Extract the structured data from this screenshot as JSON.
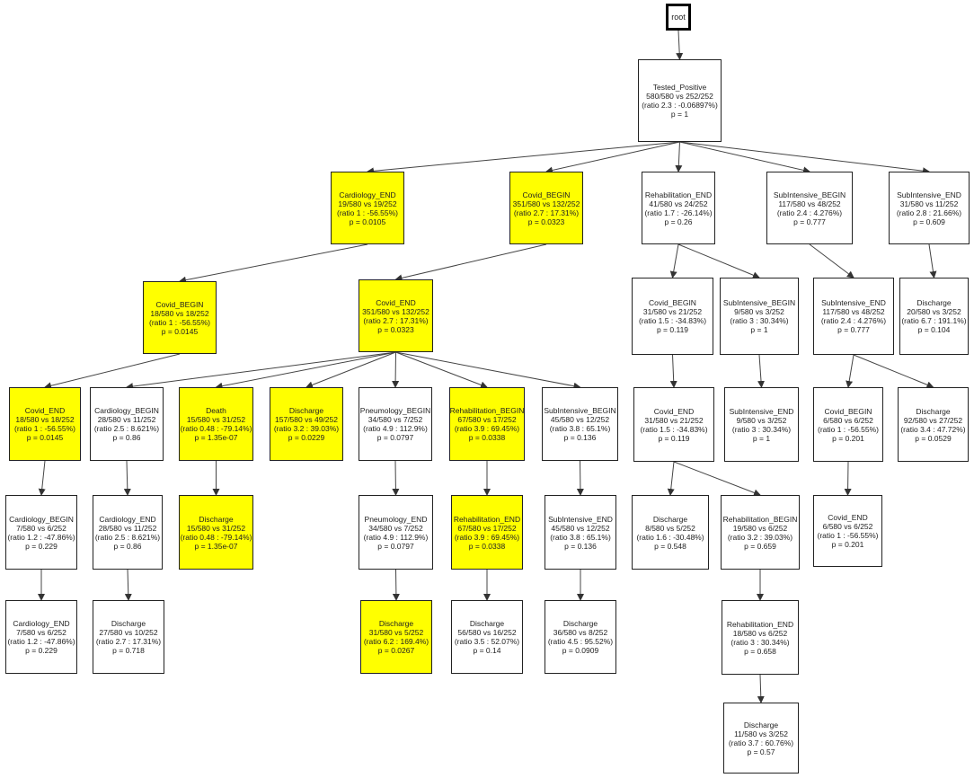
{
  "nodes": [
    {
      "id": "root",
      "lines": [
        "root"
      ],
      "highlight": false
    },
    {
      "id": "n1",
      "lines": [
        "Tested_Positive",
        "580/580 vs 252/252",
        "(ratio 2.3 : -0.06897%)",
        "p = 1"
      ],
      "highlight": false
    },
    {
      "id": "n2",
      "lines": [
        "Cardiology_END",
        "19/580 vs 19/252",
        "(ratio 1 : -56.55%)",
        "p = 0.0105"
      ],
      "highlight": true
    },
    {
      "id": "n3",
      "lines": [
        "Covid_BEGIN",
        "351/580 vs 132/252",
        "(ratio 2.7 : 17.31%)",
        "p = 0.0323"
      ],
      "highlight": true
    },
    {
      "id": "n4",
      "lines": [
        "Rehabilitation_END",
        "41/580 vs 24/252",
        "(ratio 1.7 : -26.14%)",
        "p = 0.26"
      ],
      "highlight": false
    },
    {
      "id": "n5",
      "lines": [
        "SubIntensive_BEGIN",
        "117/580 vs 48/252",
        "(ratio 2.4 : 4.276%)",
        "p = 0.777"
      ],
      "highlight": false
    },
    {
      "id": "n6",
      "lines": [
        "SubIntensive_END",
        "31/580 vs 11/252",
        "(ratio 2.8 : 21.66%)",
        "p = 0.609"
      ],
      "highlight": false
    },
    {
      "id": "n7",
      "lines": [
        "Covid_BEGIN",
        "18/580 vs 18/252",
        "(ratio 1 : -56.55%)",
        "p = 0.0145"
      ],
      "highlight": true
    },
    {
      "id": "n8",
      "lines": [
        "Covid_END",
        "351/580 vs 132/252",
        "(ratio 2.7 : 17.31%)",
        "p = 0.0323"
      ],
      "highlight": true
    },
    {
      "id": "n9",
      "lines": [
        "Covid_BEGIN",
        "31/580 vs 21/252",
        "(ratio 1.5 : -34.83%)",
        "p = 0.119"
      ],
      "highlight": false
    },
    {
      "id": "n10",
      "lines": [
        "SubIntensive_BEGIN",
        "9/580 vs 3/252",
        "(ratio 3 : 30.34%)",
        "p = 1"
      ],
      "highlight": false
    },
    {
      "id": "n11",
      "lines": [
        "SubIntensive_END",
        "117/580 vs 48/252",
        "(ratio 2.4 : 4.276%)",
        "p = 0.777"
      ],
      "highlight": false
    },
    {
      "id": "n12",
      "lines": [
        "Discharge",
        "20/580 vs 3/252",
        "(ratio 6.7 : 191.1%)",
        "p = 0.104"
      ],
      "highlight": false
    },
    {
      "id": "n13",
      "lines": [
        "Covid_END",
        "18/580 vs 18/252",
        "(ratio 1 : -56.55%)",
        "p = 0.0145"
      ],
      "highlight": true
    },
    {
      "id": "n14",
      "lines": [
        "Cardiology_BEGIN",
        "28/580 vs 11/252",
        "(ratio 2.5 : 8.621%)",
        "p = 0.86"
      ],
      "highlight": false
    },
    {
      "id": "n15",
      "lines": [
        "Death",
        "15/580 vs 31/252",
        "(ratio 0.48 : -79.14%)",
        "p = 1.35e-07"
      ],
      "highlight": true
    },
    {
      "id": "n16",
      "lines": [
        "Discharge",
        "157/580 vs 49/252",
        "(ratio 3.2 : 39.03%)",
        "p = 0.0229"
      ],
      "highlight": true
    },
    {
      "id": "n17",
      "lines": [
        "Pneumology_BEGIN",
        "34/580 vs 7/252",
        "(ratio 4.9 : 112.9%)",
        "p = 0.0797"
      ],
      "highlight": false
    },
    {
      "id": "n18",
      "lines": [
        "Rehabilitation_BEGIN",
        "67/580 vs 17/252",
        "(ratio 3.9 : 69.45%)",
        "p = 0.0338"
      ],
      "highlight": true
    },
    {
      "id": "n19",
      "lines": [
        "SubIntensive_BEGIN",
        "45/580 vs 12/252",
        "(ratio 3.8 : 65.1%)",
        "p = 0.136"
      ],
      "highlight": false
    },
    {
      "id": "n20",
      "lines": [
        "Covid_END",
        "31/580 vs 21/252",
        "(ratio 1.5 : -34.83%)",
        "p = 0.119"
      ],
      "highlight": false
    },
    {
      "id": "n21",
      "lines": [
        "SubIntensive_END",
        "9/580 vs 3/252",
        "(ratio 3 : 30.34%)",
        "p = 1"
      ],
      "highlight": false
    },
    {
      "id": "n22",
      "lines": [
        "Covid_BEGIN",
        "6/580 vs 6/252",
        "(ratio 1 : -56.55%)",
        "p = 0.201"
      ],
      "highlight": false
    },
    {
      "id": "n23",
      "lines": [
        "Discharge",
        "92/580 vs 27/252",
        "(ratio 3.4 : 47.72%)",
        "p = 0.0529"
      ],
      "highlight": false
    },
    {
      "id": "n24",
      "lines": [
        "Cardiology_BEGIN",
        "7/580 vs 6/252",
        "(ratio 1.2 : -47.86%)",
        "p = 0.229"
      ],
      "highlight": false
    },
    {
      "id": "n25",
      "lines": [
        "Cardiology_END",
        "28/580 vs 11/252",
        "(ratio 2.5 : 8.621%)",
        "p = 0.86"
      ],
      "highlight": false
    },
    {
      "id": "n26",
      "lines": [
        "Discharge",
        "15/580 vs 31/252",
        "(ratio 0.48 : -79.14%)",
        "p = 1.35e-07"
      ],
      "highlight": true
    },
    {
      "id": "n27",
      "lines": [
        "Pneumology_END",
        "34/580 vs 7/252",
        "(ratio 4.9 : 112.9%)",
        "p = 0.0797"
      ],
      "highlight": false
    },
    {
      "id": "n28",
      "lines": [
        "Rehabilitation_END",
        "67/580 vs 17/252",
        "(ratio 3.9 : 69.45%)",
        "p = 0.0338"
      ],
      "highlight": true
    },
    {
      "id": "n29",
      "lines": [
        "SubIntensive_END",
        "45/580 vs 12/252",
        "(ratio 3.8 : 65.1%)",
        "p = 0.136"
      ],
      "highlight": false
    },
    {
      "id": "n30",
      "lines": [
        "Discharge",
        "8/580 vs 5/252",
        "(ratio 1.6 : -30.48%)",
        "p = 0.548"
      ],
      "highlight": false
    },
    {
      "id": "n31",
      "lines": [
        "Rehabilitation_BEGIN",
        "19/580 vs 6/252",
        "(ratio 3.2 : 39.03%)",
        "p = 0.659"
      ],
      "highlight": false
    },
    {
      "id": "n32",
      "lines": [
        "Covid_END",
        "6/580 vs 6/252",
        "(ratio 1 : -56.55%)",
        "p = 0.201"
      ],
      "highlight": false
    },
    {
      "id": "n33",
      "lines": [
        "Cardiology_END",
        "7/580 vs 6/252",
        "(ratio 1.2 : -47.86%)",
        "p = 0.229"
      ],
      "highlight": false
    },
    {
      "id": "n34",
      "lines": [
        "Discharge",
        "27/580 vs 10/252",
        "(ratio 2.7 : 17.31%)",
        "p = 0.718"
      ],
      "highlight": false
    },
    {
      "id": "n35",
      "lines": [
        "Discharge",
        "31/580 vs 5/252",
        "(ratio 6.2 : 169.4%)",
        "p = 0.0267"
      ],
      "highlight": true
    },
    {
      "id": "n36",
      "lines": [
        "Discharge",
        "56/580 vs 16/252",
        "(ratio 3.5 : 52.07%)",
        "p = 0.14"
      ],
      "highlight": false
    },
    {
      "id": "n37",
      "lines": [
        "Discharge",
        "36/580 vs 8/252",
        "(ratio 4.5 : 95.52%)",
        "p = 0.0909"
      ],
      "highlight": false
    },
    {
      "id": "n38",
      "lines": [
        "Rehabilitation_END",
        "18/580 vs 6/252",
        "(ratio 3 : 30.34%)",
        "p = 0.658"
      ],
      "highlight": false
    },
    {
      "id": "n39",
      "lines": [
        "Discharge",
        "11/580 vs 3/252",
        "(ratio 3.7 : 60.76%)",
        "p = 0.57"
      ],
      "highlight": false
    }
  ],
  "edges": [
    [
      "root",
      "n1"
    ],
    [
      "n1",
      "n2"
    ],
    [
      "n1",
      "n3"
    ],
    [
      "n1",
      "n4"
    ],
    [
      "n1",
      "n5"
    ],
    [
      "n1",
      "n6"
    ],
    [
      "n2",
      "n7"
    ],
    [
      "n3",
      "n8"
    ],
    [
      "n4",
      "n9"
    ],
    [
      "n4",
      "n10"
    ],
    [
      "n5",
      "n11"
    ],
    [
      "n6",
      "n12"
    ],
    [
      "n7",
      "n13"
    ],
    [
      "n8",
      "n14"
    ],
    [
      "n8",
      "n15"
    ],
    [
      "n8",
      "n16"
    ],
    [
      "n8",
      "n17"
    ],
    [
      "n8",
      "n18"
    ],
    [
      "n8",
      "n19"
    ],
    [
      "n9",
      "n20"
    ],
    [
      "n10",
      "n21"
    ],
    [
      "n11",
      "n22"
    ],
    [
      "n11",
      "n23"
    ],
    [
      "n13",
      "n24"
    ],
    [
      "n14",
      "n25"
    ],
    [
      "n15",
      "n26"
    ],
    [
      "n17",
      "n27"
    ],
    [
      "n18",
      "n28"
    ],
    [
      "n19",
      "n29"
    ],
    [
      "n20",
      "n30"
    ],
    [
      "n20",
      "n31"
    ],
    [
      "n22",
      "n32"
    ],
    [
      "n24",
      "n33"
    ],
    [
      "n25",
      "n34"
    ],
    [
      "n27",
      "n35"
    ],
    [
      "n28",
      "n36"
    ],
    [
      "n29",
      "n37"
    ],
    [
      "n31",
      "n38"
    ],
    [
      "n38",
      "n39"
    ]
  ]
}
